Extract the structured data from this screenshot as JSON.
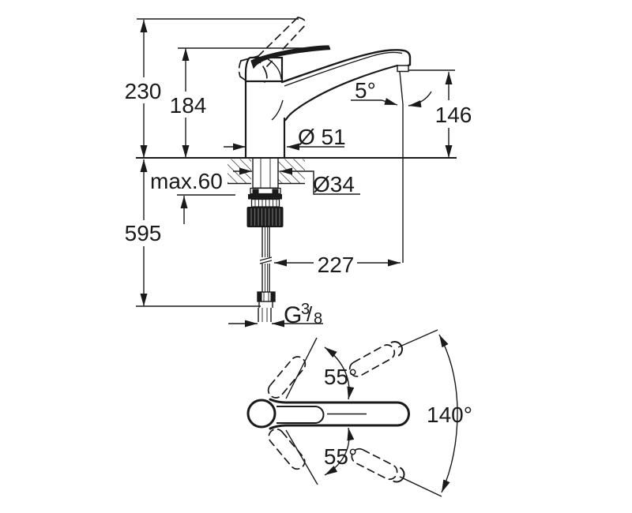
{
  "drawing": {
    "side_view": {
      "overall_height": "230",
      "height_to_lever": "184",
      "spout_outlet_height": "146",
      "stream_angle": "5°",
      "base_diameter": "Ø 51",
      "max_deck_thickness": "max.60",
      "shank_diameter": "Ø34",
      "total_height": "595",
      "spout_reach": "227",
      "thread": {
        "prefix": "G",
        "numerator": "3",
        "slash": "/",
        "denominator": "8"
      }
    },
    "top_view": {
      "swivel_upper": "55°",
      "swivel_lower": "55°",
      "swivel_total": "140°"
    },
    "colors": {
      "ink": "#1a1a1a",
      "background": "#ffffff"
    }
  }
}
